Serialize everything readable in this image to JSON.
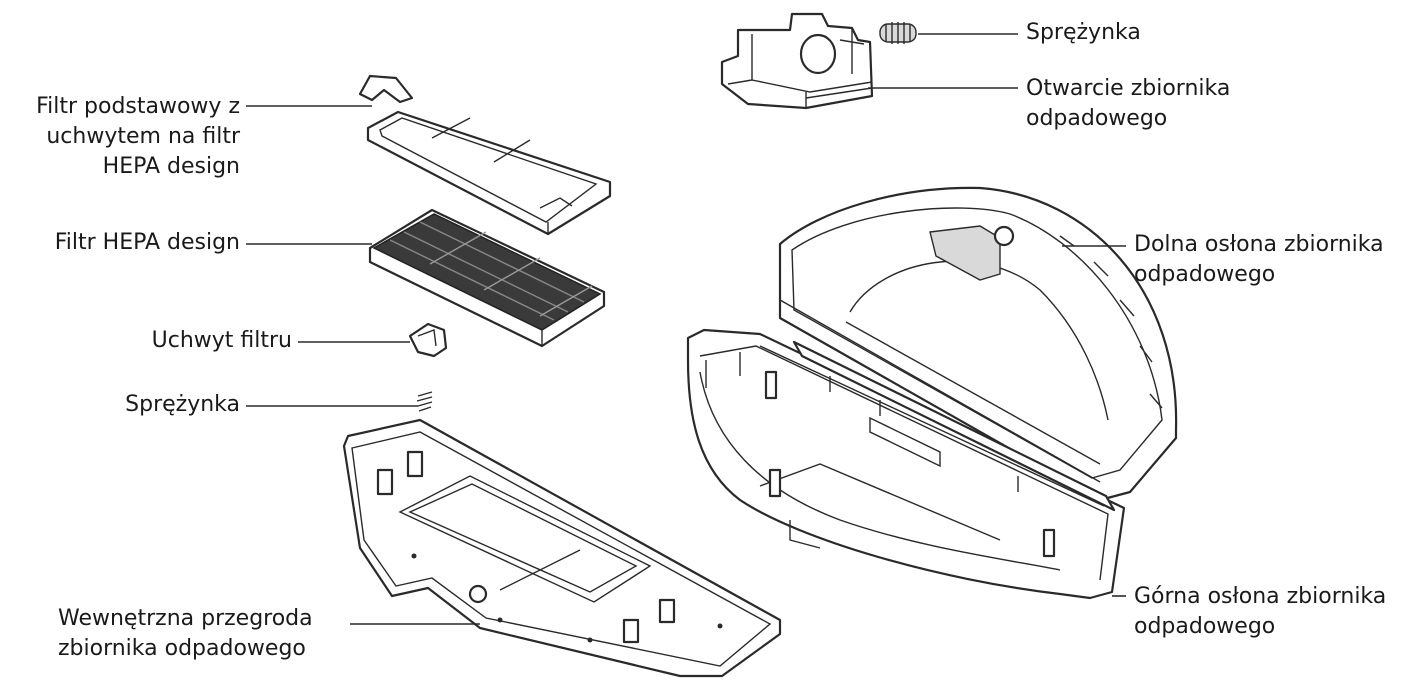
{
  "labels": {
    "spring_top": "Sprężynka",
    "waste_opening": [
      "Otwarcie zbiornika",
      "odpadowego"
    ],
    "base_filter": [
      "Filtr podstawowy z",
      "uchwytem na filtr",
      "HEPA design"
    ],
    "hepa_filter": "Filtr HEPA design",
    "lower_cover": [
      "Dolna osłona zbiornika",
      "odpadowego"
    ],
    "filter_holder": "Uchwyt filtru",
    "spring_left": "Sprężynka",
    "upper_cover": [
      "Górna osłona zbiornika",
      "odpadowego"
    ],
    "inner_partition": [
      "Wewnętrzna przegroda",
      "zbiornika odpadowego"
    ]
  }
}
